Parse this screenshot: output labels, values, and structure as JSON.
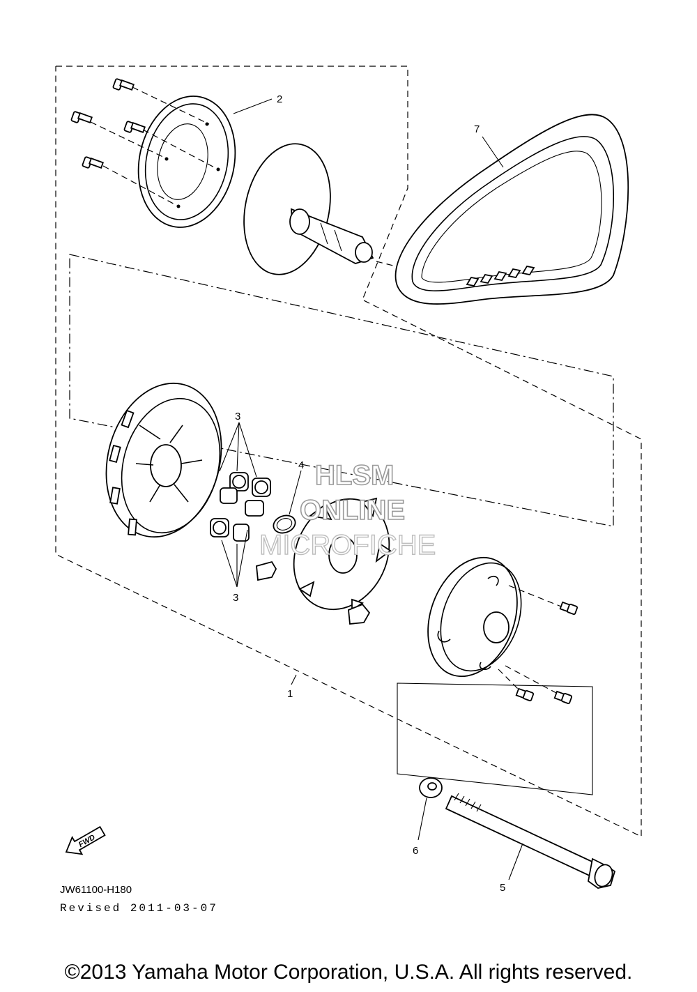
{
  "diagram": {
    "callouts": {
      "c1": "1",
      "c2": "2",
      "c3a": "3",
      "c3b": "3",
      "c4": "4",
      "c5": "5",
      "c6": "6",
      "c7": "7"
    },
    "fwd_label": "FWD",
    "watermark": {
      "line1": "HLSM",
      "line2": "ONLINE",
      "line3": "MICROFICHE"
    },
    "reference_code": "JW61100-H180",
    "revised": "Revised 2011-03-07",
    "copyright": "©2013 Yamaha Motor Corporation, U.S.A. All rights reserved."
  }
}
